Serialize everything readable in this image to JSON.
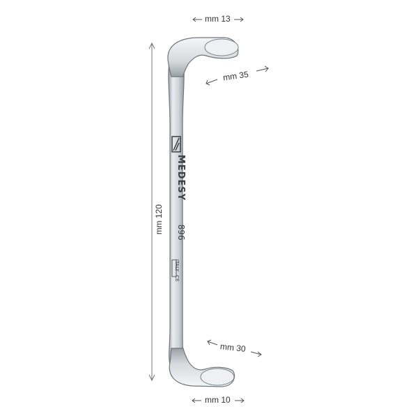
{
  "dimensions": {
    "top_width": "mm 13",
    "top_length": "mm 35",
    "total_length": "mm 120",
    "bottom_length": "mm 30",
    "bottom_width": "mm 10"
  },
  "engraving": {
    "brand": "MEDESY",
    "model": "896",
    "origin": "ITALY",
    "mark": "CE"
  },
  "colors": {
    "steel_light": "#e6e9ec",
    "steel_mid": "#c3c8cd",
    "steel_dark": "#8b9297",
    "outline": "#6f767c",
    "dimension_line": "#777777"
  }
}
